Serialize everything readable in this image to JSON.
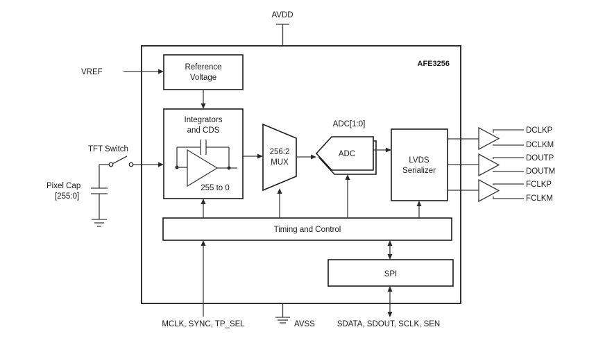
{
  "chip_name": "AFE3256",
  "power": {
    "avdd": "AVDD",
    "avss": "AVSS"
  },
  "inputs": {
    "vref": "VREF",
    "tft_switch": "TFT Switch",
    "pixel_cap_line1": "Pixel Cap",
    "pixel_cap_line2": "[255:0]"
  },
  "blocks": {
    "reference_voltage": [
      "Reference",
      "Voltage"
    ],
    "integrators": [
      "Integrators",
      "and CDS"
    ],
    "integrator_range": "255 to 0",
    "mux": [
      "256:2",
      "MUX"
    ],
    "adc_label": "ADC[1:0]",
    "adc": "ADC",
    "lvds": [
      "LVDS",
      "Serializer"
    ],
    "timing": "Timing and Control",
    "spi": "SPI"
  },
  "outputs": [
    "DCLKP",
    "DCLKM",
    "DOUTP",
    "DOUTM",
    "FCLKP",
    "FCLKM"
  ],
  "bottom_pins": {
    "timing_inputs": "MCLK, SYNC, TP_SEL",
    "spi_signals": "SDATA, SDOUT, SCLK, SEN"
  }
}
